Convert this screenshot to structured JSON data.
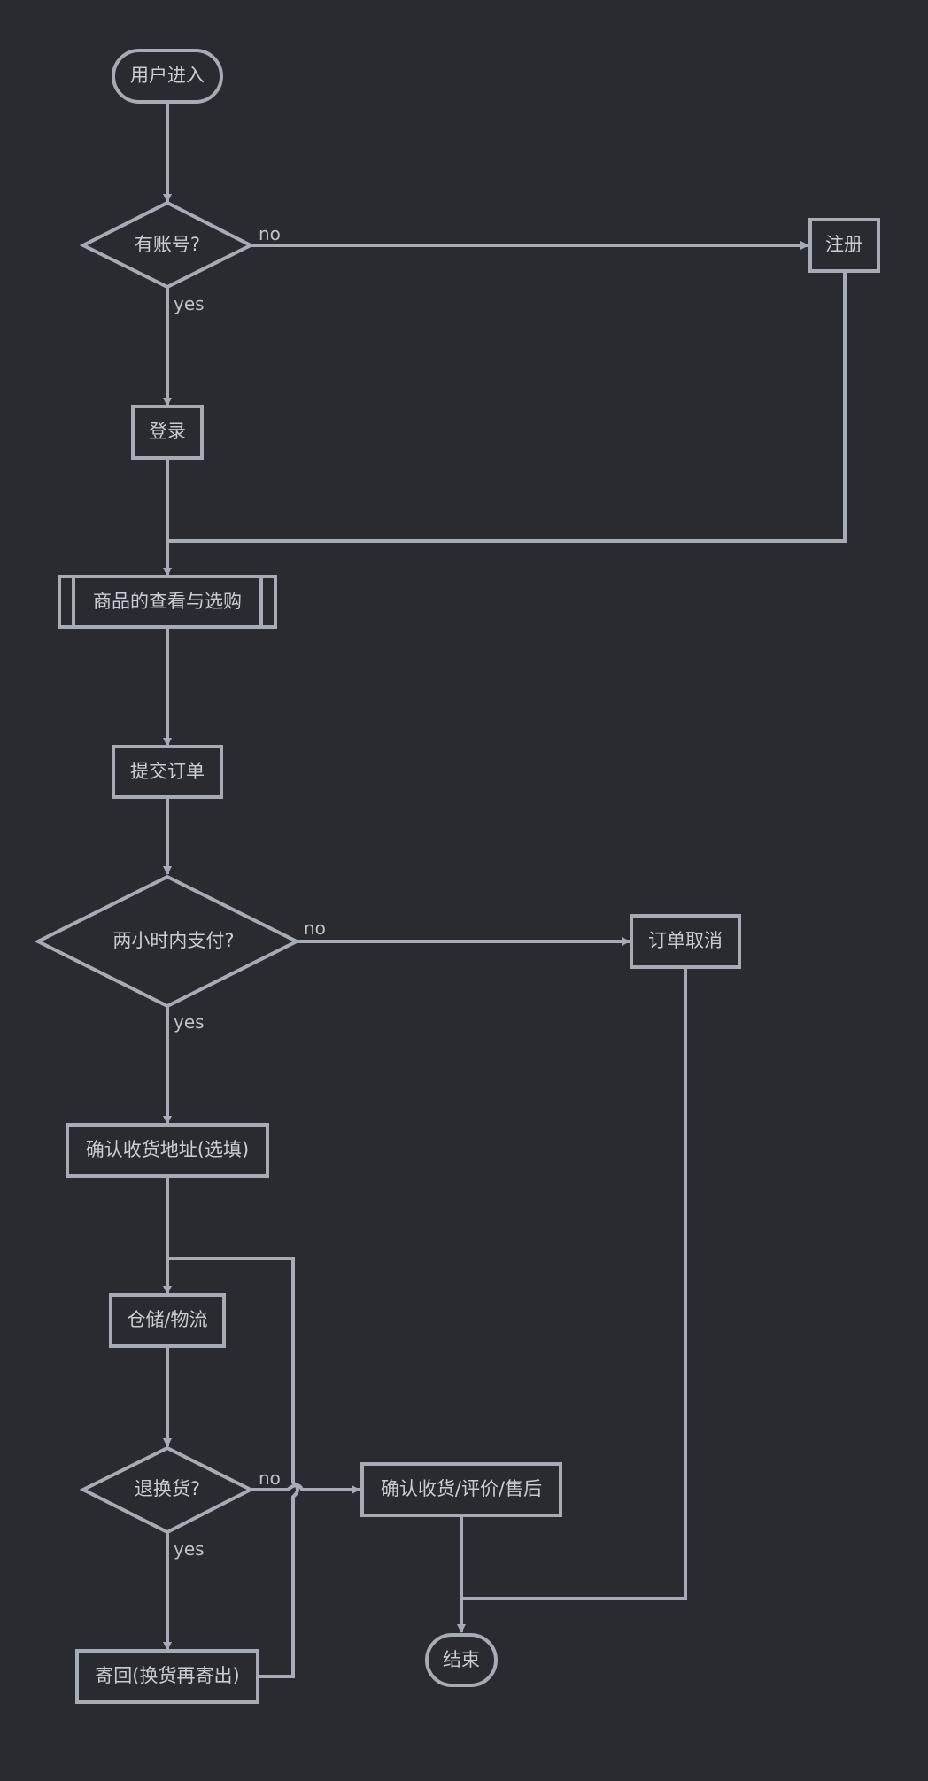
{
  "colors": {
    "background": "#282b30",
    "stroke": "#a6acb5",
    "text": "#c9ced6"
  },
  "nodes": {
    "start": "用户进入",
    "has_account": "有账号?",
    "register": "注册",
    "login": "登录",
    "browse": "商品的查看与选购",
    "submit_order": "提交订单",
    "pay_within_2h": "两小时内支付?",
    "order_cancel": "订单取消",
    "confirm_address": "确认收货地址(选填)",
    "warehouse": "仓储/物流",
    "return_exchange": "退换货?",
    "confirm_receipt": "确认收货/评价/售后",
    "send_back": "寄回(换货再寄出)",
    "end": "结束"
  },
  "edge_labels": {
    "account_no": "no",
    "account_yes": "yes",
    "pay_no": "no",
    "pay_yes": "yes",
    "return_no": "no",
    "return_yes": "yes"
  }
}
